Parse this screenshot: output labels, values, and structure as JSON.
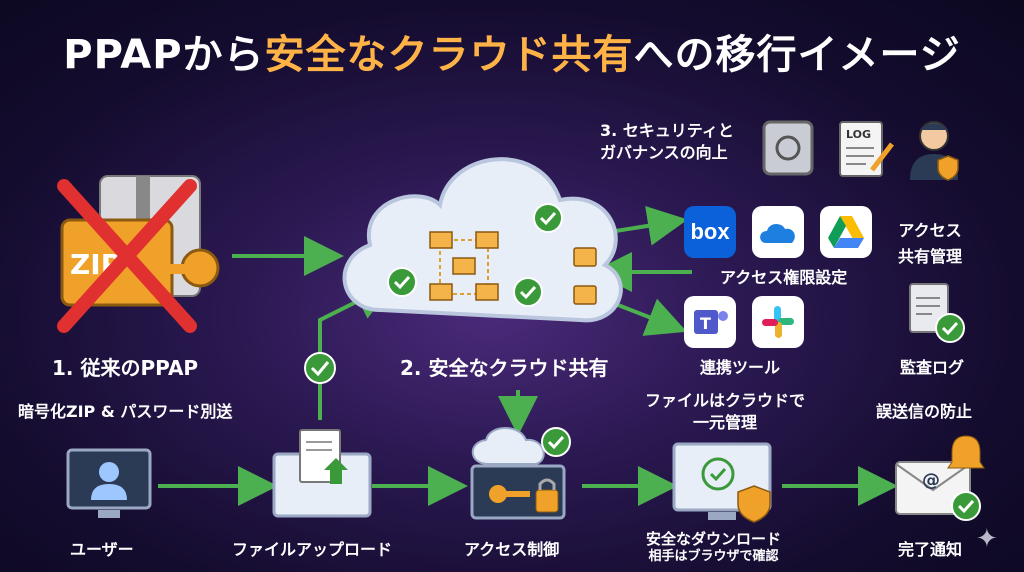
{
  "title": {
    "prefix": "PPAPから",
    "highlight": "安全なクラウド共有",
    "suffix": "への移行イメージ"
  },
  "sections": {
    "legacy": {
      "heading": "1. 従来のPPAP",
      "description": "暗号化ZIP & パスワード別送",
      "zip_label": "ZIP"
    },
    "cloud": {
      "heading": "2. 安全なクラウド共有"
    },
    "security": {
      "heading_line1": "3. セキュリティと",
      "heading_line2": "ガバナンスの向上",
      "log_label": "LOG"
    }
  },
  "integrations": {
    "box_label": "box",
    "access_permission": "アクセス権限設定",
    "tools": "連携ツール"
  },
  "features": {
    "access_share_line1": "アクセス",
    "access_share_line2": "共有管理",
    "audit_log": "監査ログ",
    "misdelivery_prevention": "誤送信の防止"
  },
  "file_note": {
    "line1": "ファイルはクラウドで",
    "line2": "一元管理"
  },
  "flow": {
    "user": "ユーザー",
    "upload": "ファイルアップロード",
    "access_control": "アクセス制御",
    "download_line1": "安全なダウンロード",
    "download_line2": "相手はブラウザで確認",
    "notification": "完了通知"
  },
  "colors": {
    "highlight": "#ffb347",
    "check": "#3a9a3a",
    "arrow": "#4caf50",
    "cross": "#e03030"
  }
}
